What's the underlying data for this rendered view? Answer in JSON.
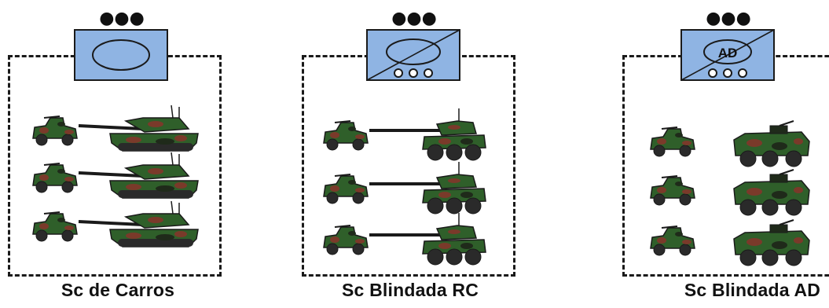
{
  "diagram": {
    "colors": {
      "symbol_fill": "#8fb4e3",
      "outline": "#1a1a1a",
      "camo_green": "#2f5f2a",
      "camo_brown": "#7a3a2a",
      "camo_dark": "#1f2a1a",
      "wheel": "#2a2a2a"
    },
    "units": [
      {
        "id": "sc-carros",
        "caption": "Sc de Carros",
        "symbol": {
          "echelon": "●●●",
          "icon": "armor-oval",
          "slash": false,
          "wheels": false,
          "text": ""
        },
        "rows": [
          [
            "jeep",
            "tank"
          ],
          [
            "jeep",
            "tank"
          ],
          [
            "jeep",
            "tank"
          ]
        ]
      },
      {
        "id": "sc-blindada-rc",
        "caption": "Sc Blindada RC",
        "symbol": {
          "echelon": "●●●",
          "icon": "armor-oval",
          "slash": true,
          "wheels": true,
          "text": ""
        },
        "rows": [
          [
            "jeep",
            "wheeled-gun"
          ],
          [
            "jeep",
            "wheeled-gun"
          ],
          [
            "jeep",
            "wheeled-gun"
          ]
        ]
      },
      {
        "id": "sc-blindada-ad",
        "caption": "Sc Blindada AD",
        "symbol": {
          "echelon": "●●●",
          "icon": "armor-oval",
          "slash": true,
          "wheels": true,
          "text": "AD"
        },
        "rows": [
          [
            "jeep",
            "apc"
          ],
          [
            "jeep",
            "apc"
          ],
          [
            "jeep",
            "apc"
          ]
        ]
      }
    ]
  }
}
